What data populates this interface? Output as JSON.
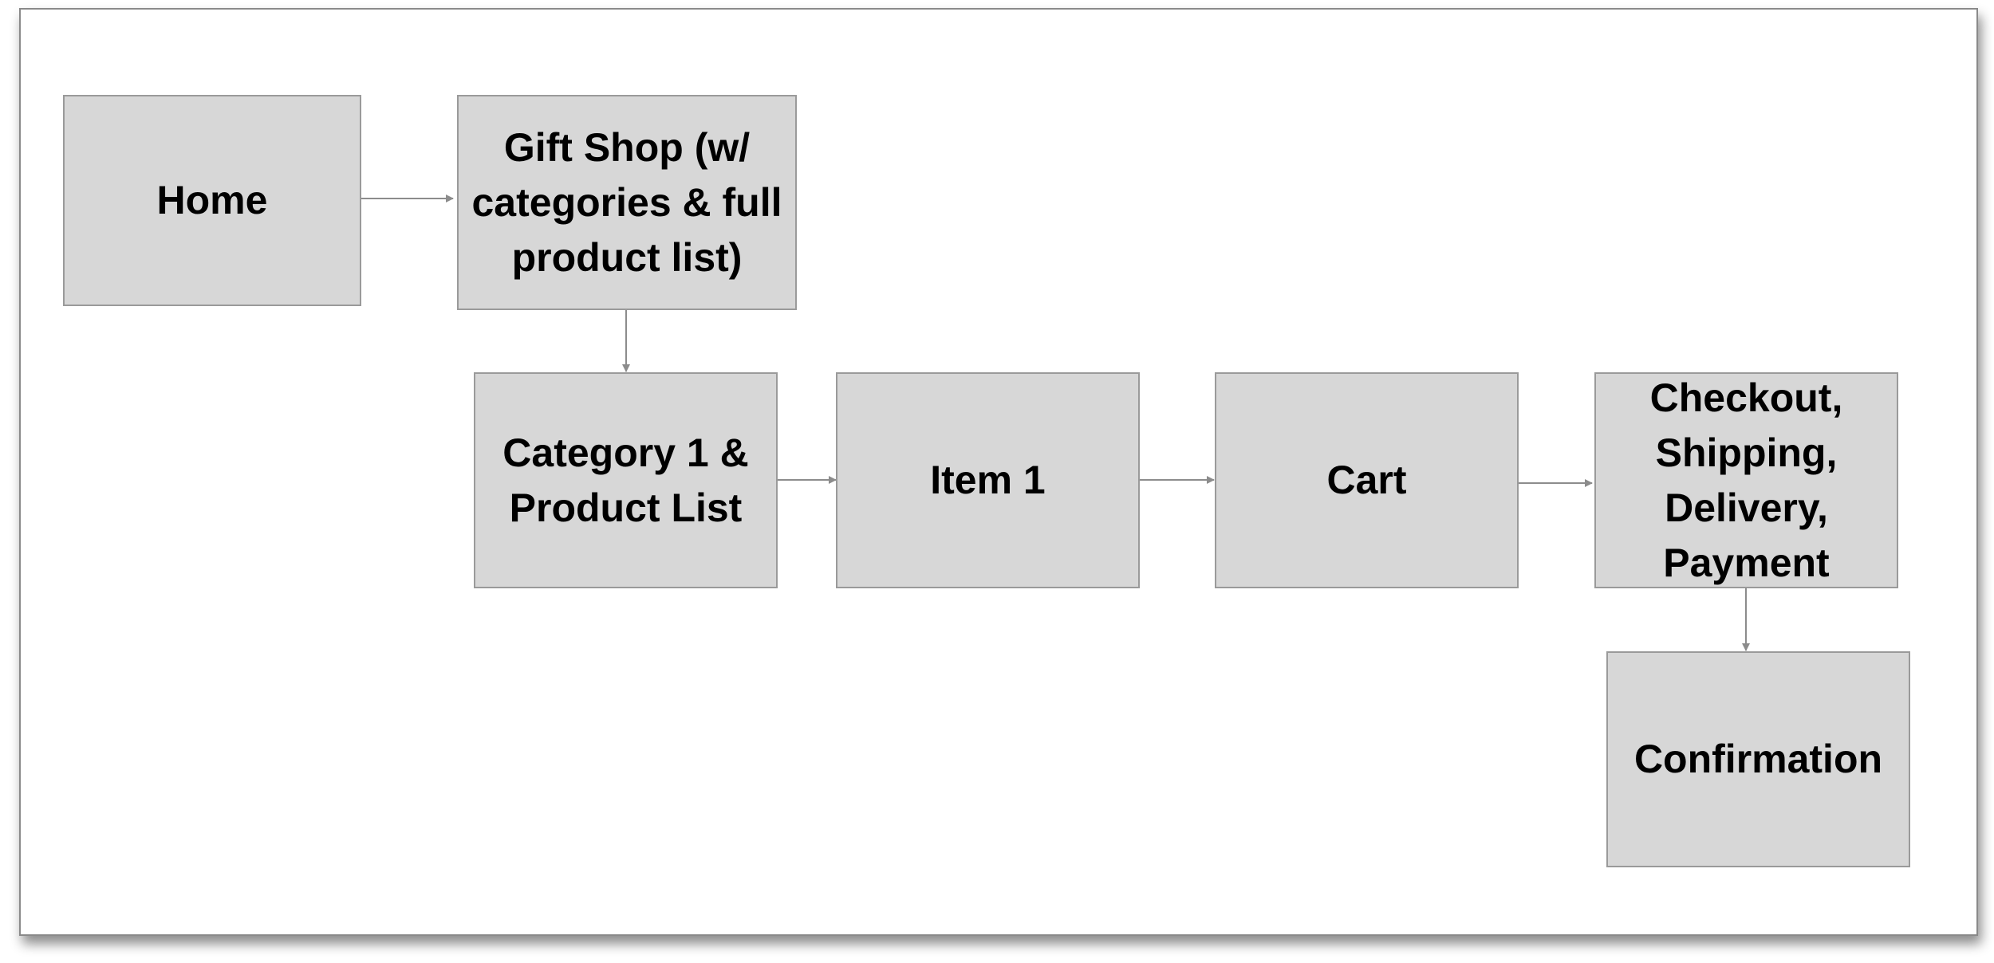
{
  "diagram": {
    "nodes": {
      "home": "Home",
      "gift_shop": "Gift Shop (w/\ncategories & full\nproduct list)",
      "category": "Category 1 &\nProduct List",
      "item": "Item 1",
      "cart": "Cart",
      "checkout": "Checkout,\nShipping,\nDelivery,\nPayment",
      "confirmation": "Confirmation"
    },
    "edges": [
      {
        "from": "home",
        "to": "gift_shop"
      },
      {
        "from": "gift_shop",
        "to": "category"
      },
      {
        "from": "category",
        "to": "item"
      },
      {
        "from": "item",
        "to": "cart"
      },
      {
        "from": "cart",
        "to": "checkout"
      },
      {
        "from": "checkout",
        "to": "confirmation"
      }
    ],
    "colors": {
      "node_fill": "#d7d7d7",
      "node_border": "#9a9a9a",
      "arrow": "#8c8c8c"
    }
  }
}
